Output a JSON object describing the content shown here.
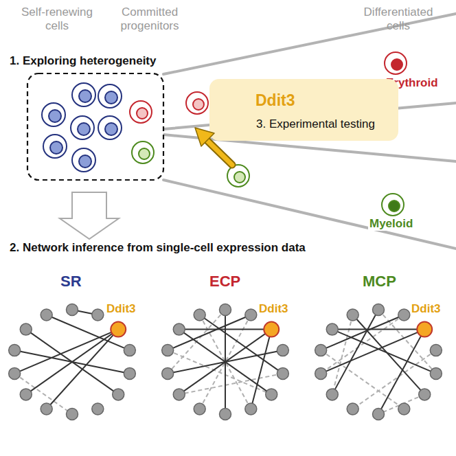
{
  "diagram": {
    "nodes": [
      {
        "text": [
          "Ddit3",
          "3. Experimental testing"
        ]
      }
    ],
    "labels": [
      "Self-renewing cells",
      "Committed progenitors",
      "Differentiated cells",
      "1. Exploring heterogeneity",
      "Erythroid",
      "Myeloid",
      "2. Network inference from single-cell expression data",
      "SR",
      "Ddit3",
      "ECP",
      "Ddit3",
      "MCP",
      "Ddit3"
    ]
  }
}
